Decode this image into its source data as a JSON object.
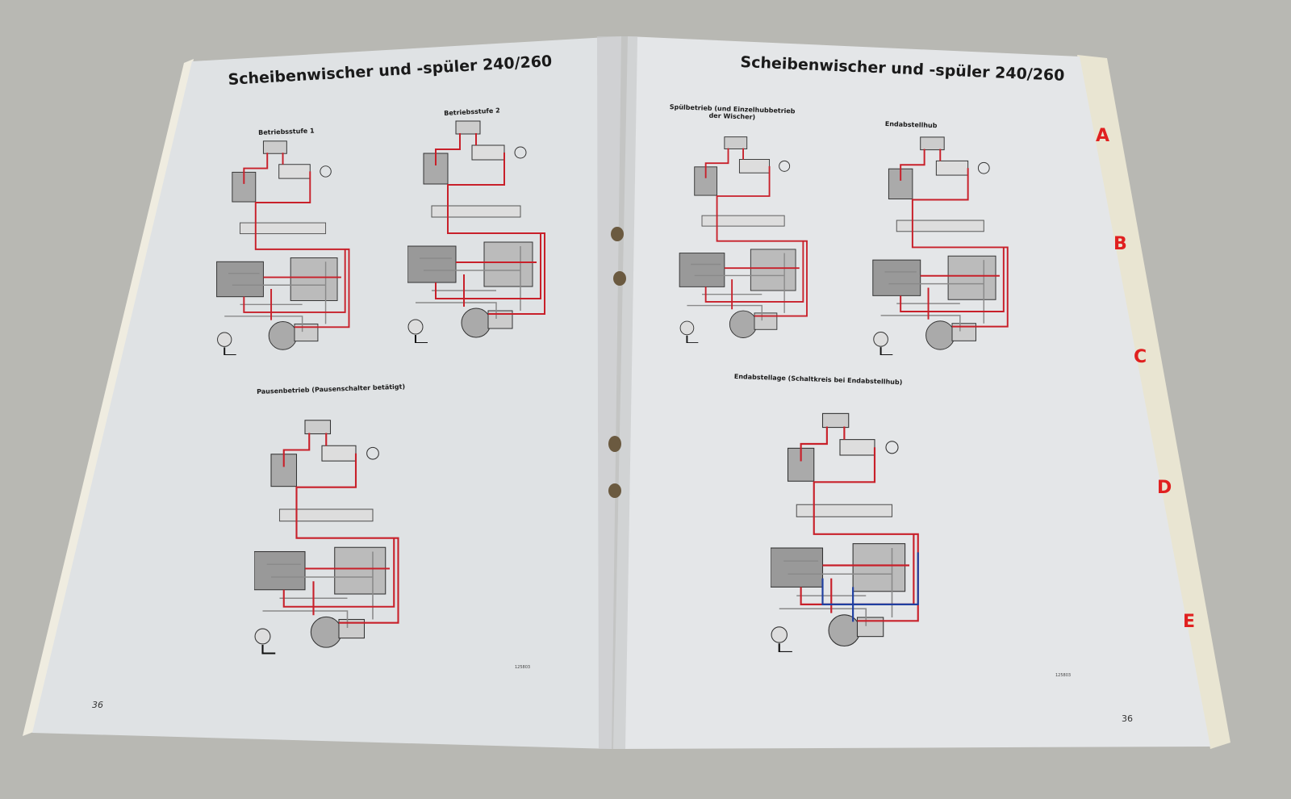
{
  "left_page": {
    "title": "Scheibenwischer und -spüler 240/260",
    "diagrams": [
      {
        "caption": "Betriebsstufe 1"
      },
      {
        "caption": "Betriebsstufe 2"
      },
      {
        "caption": "Pausenbetrieb (Pausenschalter betätigt)"
      }
    ],
    "figure_code": "125803",
    "page_number": "36"
  },
  "right_page": {
    "title": "Scheibenwischer und -spüler 240/260",
    "diagrams": [
      {
        "caption_line1": "Spülbetrieb (und Einzelhubbetrieb",
        "caption_line2": "der Wischer)"
      },
      {
        "caption": "Endabstellhub"
      },
      {
        "caption": "Endabstellage (Schaltkreis bei Endabstellhub)"
      }
    ],
    "figure_code": "125803",
    "page_number": "36"
  },
  "section_tabs": [
    "A",
    "B",
    "C",
    "D",
    "E"
  ],
  "colors": {
    "wire_active": "#c8202a",
    "wire_return": "#1f3fa0",
    "wire_idle": "#8a8a8a",
    "tab_text": "#e02020"
  }
}
